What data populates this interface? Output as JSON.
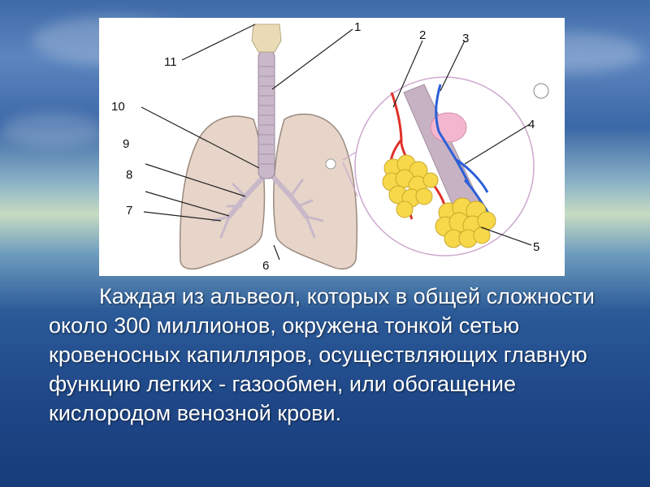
{
  "diagram": {
    "labels": [
      {
        "id": "1",
        "text": "1"
      },
      {
        "id": "2",
        "text": "2"
      },
      {
        "id": "3",
        "text": "3"
      },
      {
        "id": "4",
        "text": "4"
      },
      {
        "id": "5",
        "text": "5"
      },
      {
        "id": "6",
        "text": "6"
      },
      {
        "id": "7",
        "text": "7"
      },
      {
        "id": "8",
        "text": "8"
      },
      {
        "id": "9",
        "text": "9"
      },
      {
        "id": "10",
        "text": "10"
      },
      {
        "id": "11",
        "text": "11"
      }
    ]
  },
  "caption": {
    "text": "Каждая из альвеол, которых в общей сложности около 300 миллионов, окружена тонкой сетью кровеносных капилляров, осуществляющих главную функцию легких - газообмен, или обогащение кислородом венозной крови."
  },
  "colors": {
    "lung_fill": "#e6d5c8",
    "trachea": "#c8b8c9",
    "artery": "#e0302a",
    "vein": "#2b5fd8",
    "alveoli": "#f7d84a"
  }
}
